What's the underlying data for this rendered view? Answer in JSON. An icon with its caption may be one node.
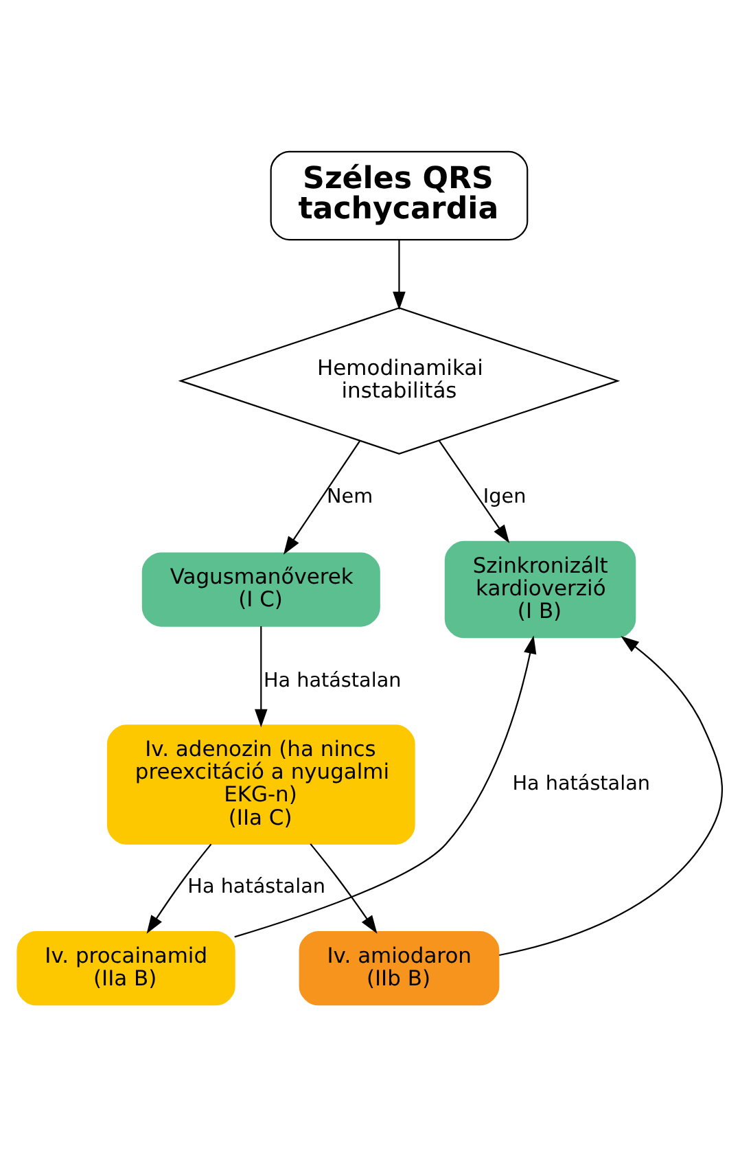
{
  "diagram": {
    "nodes": [
      {
        "text": [
          "Széles QRS tachycardia"
        ]
      },
      {
        "text": [
          "Hemodinamikai instabilitás"
        ]
      },
      {
        "text": [
          "Vagusmanőverek",
          "(I C)"
        ]
      },
      {
        "text": [
          "Szinkronizált kardioverzió",
          "(I B)"
        ]
      },
      {
        "text": [
          "Iv. adenozin (ha nincs preexcitáció a nyugalmi EKG-n)",
          "(IIa C)"
        ]
      },
      {
        "text": [
          "Iv. procainamid",
          "(IIa B)"
        ]
      },
      {
        "text": [
          "Iv. amiodaron",
          "(IIb B)"
        ]
      }
    ],
    "edges": [
      {
        "from": 0,
        "to": 1,
        "arrow": "to"
      },
      {
        "from": 1,
        "to": 2,
        "label": "Nem",
        "arrow": "to"
      },
      {
        "from": 1,
        "to": 3,
        "label": "Igen",
        "arrow": "to"
      },
      {
        "from": 2,
        "to": 4,
        "label": "Ha hatástalan",
        "arrow": "to"
      },
      {
        "from": 4,
        "to": 5,
        "label": "Ha hatástalan",
        "arrow": "to"
      },
      {
        "from": 4,
        "to": 6,
        "arrow": "to"
      },
      {
        "from": 5,
        "to": 3,
        "label": "Ha hatástalan",
        "arrow": "to"
      },
      {
        "from": 6,
        "to": 3,
        "arrow": "to"
      }
    ]
  }
}
